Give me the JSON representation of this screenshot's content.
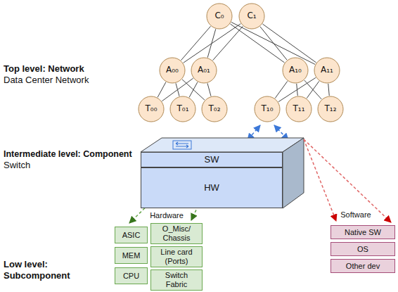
{
  "diagram": {
    "nodes": [
      {
        "text": [
          "C₀"
        ]
      },
      {
        "text": [
          "C₁"
        ]
      },
      {
        "text": [
          "A₀₀"
        ]
      },
      {
        "text": [
          "A₀₁"
        ]
      },
      {
        "text": [
          "A₁₀"
        ]
      },
      {
        "text": [
          "A₁₁"
        ]
      },
      {
        "text": [
          "T₀₀"
        ]
      },
      {
        "text": [
          "T₀₁"
        ]
      },
      {
        "text": [
          "T₀₂"
        ]
      },
      {
        "text": [
          "T₁₀"
        ]
      },
      {
        "text": [
          "T₁₁"
        ]
      },
      {
        "text": [
          "T₁₂"
        ]
      },
      {
        "text": [
          "SW"
        ]
      },
      {
        "text": [
          "HW"
        ]
      },
      {
        "text": [
          "ASIC"
        ]
      },
      {
        "text": [
          "O_Misc/ Chassis"
        ]
      },
      {
        "text": [
          "MEM"
        ]
      },
      {
        "text": [
          "Line card (Ports)"
        ]
      },
      {
        "text": [
          "CPU"
        ]
      },
      {
        "text": [
          "Switch Fabric"
        ]
      },
      {
        "text": [
          "Native SW"
        ]
      },
      {
        "text": [
          "OS"
        ]
      },
      {
        "text": [
          "Other dev"
        ]
      }
    ],
    "edges": [
      {
        "from": 0,
        "to": 2,
        "arrow": "none"
      },
      {
        "from": 0,
        "to": 3,
        "arrow": "none"
      },
      {
        "from": 0,
        "to": 4,
        "arrow": "none"
      },
      {
        "from": 0,
        "to": 5,
        "arrow": "none"
      },
      {
        "from": 1,
        "to": 2,
        "arrow": "none"
      },
      {
        "from": 1,
        "to": 3,
        "arrow": "none"
      },
      {
        "from": 1,
        "to": 4,
        "arrow": "none"
      },
      {
        "from": 1,
        "to": 5,
        "arrow": "none"
      },
      {
        "from": 2,
        "to": 6,
        "arrow": "none"
      },
      {
        "from": 2,
        "to": 7,
        "arrow": "none"
      },
      {
        "from": 2,
        "to": 8,
        "arrow": "none"
      },
      {
        "from": 3,
        "to": 6,
        "arrow": "none"
      },
      {
        "from": 3,
        "to": 7,
        "arrow": "none"
      },
      {
        "from": 3,
        "to": 8,
        "arrow": "none"
      },
      {
        "from": 4,
        "to": 9,
        "arrow": "none"
      },
      {
        "from": 4,
        "to": 10,
        "arrow": "none"
      },
      {
        "from": 4,
        "to": 11,
        "arrow": "none"
      },
      {
        "from": 5,
        "to": 9,
        "arrow": "none"
      },
      {
        "from": 5,
        "to": 10,
        "arrow": "none"
      },
      {
        "from": 5,
        "to": 11,
        "arrow": "none"
      }
    ],
    "labels": [
      "Top level: Network",
      "Data Center Network",
      "Intermediate level: Component",
      "Switch",
      "Low level: Subcomponent",
      "Hardware",
      "Software"
    ]
  }
}
